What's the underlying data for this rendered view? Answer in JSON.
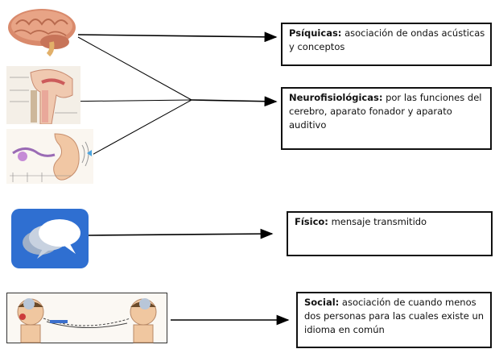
{
  "boxes": [
    {
      "label": "Psíquicas:",
      "text": "asociación de ondas acústicas y conceptos"
    },
    {
      "label": "Neurofisiológicas:",
      "text": "por las funciones del cerebro, aparato fonador y aparato auditivo"
    },
    {
      "label": "Físico:",
      "text": "mensaje transmitido"
    },
    {
      "label": "Social:",
      "text": "asociación de cuando menos dos personas para las cuales existe un idioma en común"
    }
  ],
  "icons": [
    "brain-icon",
    "vocal-tract-icon",
    "ear-icon",
    "speech-bubbles-icon",
    "two-people-talking-icon"
  ],
  "colors": {
    "bubble_bg": "#2f6fd1",
    "brain": "#d9896b",
    "arrow": "#000000"
  }
}
